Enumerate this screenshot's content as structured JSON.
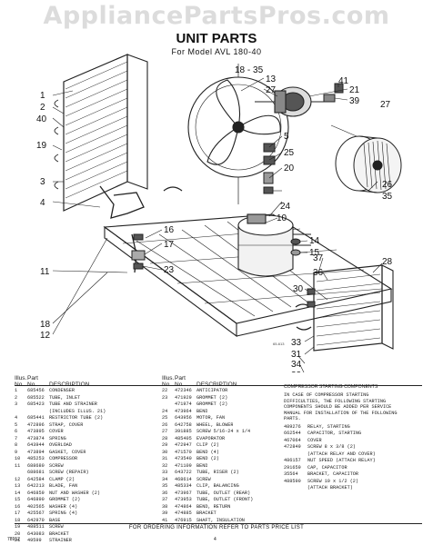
{
  "watermark": "AppliancePartsPros.com",
  "title": "UNIT PARTS",
  "subtitle": "For Model AVL 180-40",
  "callouts": [
    {
      "id": "c1",
      "text": "1"
    },
    {
      "id": "c2",
      "text": "2"
    },
    {
      "id": "c40",
      "text": "40"
    },
    {
      "id": "c19",
      "text": "19"
    },
    {
      "id": "c3",
      "text": "3"
    },
    {
      "id": "c4",
      "text": "4"
    },
    {
      "id": "c16",
      "text": "16"
    },
    {
      "id": "c17",
      "text": "17"
    },
    {
      "id": "c23",
      "text": "23"
    },
    {
      "id": "c11",
      "text": "11"
    },
    {
      "id": "c18",
      "text": "18"
    },
    {
      "id": "c12",
      "text": "12"
    },
    {
      "id": "c1835",
      "text": "18 - 35"
    },
    {
      "id": "c13",
      "text": "13"
    },
    {
      "id": "c27a",
      "text": "27"
    },
    {
      "id": "c41",
      "text": "41"
    },
    {
      "id": "c21",
      "text": "21"
    },
    {
      "id": "c39",
      "text": "39"
    },
    {
      "id": "c5",
      "text": "5"
    },
    {
      "id": "c27b",
      "text": "27"
    },
    {
      "id": "c25",
      "text": "25"
    },
    {
      "id": "c20",
      "text": "20"
    },
    {
      "id": "c26",
      "text": "26"
    },
    {
      "id": "c35",
      "text": "35"
    },
    {
      "id": "c10",
      "text": "10"
    },
    {
      "id": "c14",
      "text": "14"
    },
    {
      "id": "c15",
      "text": "15"
    },
    {
      "id": "c37",
      "text": "37"
    },
    {
      "id": "c36",
      "text": "36"
    },
    {
      "id": "c28",
      "text": "28"
    },
    {
      "id": "c30",
      "text": "30"
    },
    {
      "id": "c33",
      "text": "33"
    },
    {
      "id": "c31",
      "text": "31"
    },
    {
      "id": "c34",
      "text": "34"
    },
    {
      "id": "c32",
      "text": "32"
    },
    {
      "id": "c24",
      "text": "24"
    }
  ],
  "table_headers": {
    "illus": "Illus.",
    "no": "No.",
    "part": "Part",
    "description": "DESCRIPTION"
  },
  "parts_col1": [
    {
      "no": "1",
      "pn": "685456",
      "desc": "CONDENSER"
    },
    {
      "no": "2",
      "pn": "685522",
      "desc": "TUBE, INLET"
    },
    {
      "no": "3",
      "pn": "685423",
      "desc": "TUBE AND STRAINER"
    },
    {
      "no": "",
      "pn": "",
      "desc": "(INCLUDES ILLUS. 21)"
    },
    {
      "no": "4",
      "pn": "685441",
      "desc": "RESTRICTOR TUBE (2)"
    },
    {
      "no": "5",
      "pn": "472896",
      "desc": "STRAP, COVER"
    },
    {
      "no": "6",
      "pn": "473895",
      "desc": "COVER"
    },
    {
      "no": "7",
      "pn": "473874",
      "desc": "SPRING"
    },
    {
      "no": "8",
      "pn": "643944",
      "desc": "OVERLOAD"
    },
    {
      "no": "9",
      "pn": "473894",
      "desc": "GASKET, COVER"
    },
    {
      "no": "10",
      "pn": "485253",
      "desc": "COMPRESSOR"
    },
    {
      "no": "11",
      "pn": "688680",
      "desc": "SCREW"
    },
    {
      "no": "",
      "pn": "688681",
      "desc": "SCREW (REPAIR)"
    },
    {
      "no": "12",
      "pn": "642584",
      "desc": "CLAMP (2)"
    },
    {
      "no": "13",
      "pn": "642213",
      "desc": "BLADE, FAN"
    },
    {
      "no": "14",
      "pn": "646859",
      "desc": "NUT AND WASHER (2)"
    },
    {
      "no": "15",
      "pn": "646890",
      "desc": "GROMMET (2)"
    },
    {
      "no": "16",
      "pn": "402565",
      "desc": "WASHER (4)"
    },
    {
      "no": "17",
      "pn": "425567",
      "desc": "SPRING (4)"
    },
    {
      "no": "18",
      "pn": "642970",
      "desc": "BASE"
    },
    {
      "no": "19",
      "pn": "488511",
      "desc": "SCREW"
    },
    {
      "no": "20",
      "pn": "643083",
      "desc": "BRACKET"
    },
    {
      "no": "21",
      "pn": "49599",
      "desc": "STRAINER"
    }
  ],
  "parts_col2": [
    {
      "no": "22",
      "pn": "472346",
      "desc": "ANTICIPATOR"
    },
    {
      "no": "23",
      "pn": "471929",
      "desc": "GROMMET (2)"
    },
    {
      "no": "",
      "pn": "471974",
      "desc": "GROMMET (2)"
    },
    {
      "no": "24",
      "pn": "473964",
      "desc": "BEND"
    },
    {
      "no": "25",
      "pn": "643956",
      "desc": "MOTOR, FAN"
    },
    {
      "no": "26",
      "pn": "642758",
      "desc": "WHEEL, BLOWER"
    },
    {
      "no": "27",
      "pn": "391885",
      "desc": "SCREW 5/16-24 x 1/4"
    },
    {
      "no": "28",
      "pn": "485405",
      "desc": "EVAPORATOR"
    },
    {
      "no": "29",
      "pn": "472947",
      "desc": "CLIP (2)"
    },
    {
      "no": "30",
      "pn": "471570",
      "desc": "BEND (4)"
    },
    {
      "no": "31",
      "pn": "473540",
      "desc": "BEND (2)"
    },
    {
      "no": "32",
      "pn": "471109",
      "desc": "BEND"
    },
    {
      "no": "33",
      "pn": "643722",
      "desc": "TUBE, RISER (2)"
    },
    {
      "no": "34",
      "pn": "468614",
      "desc": "SCREW"
    },
    {
      "no": "35",
      "pn": "485334",
      "desc": "CLIP, BALANCING"
    },
    {
      "no": "36",
      "pn": "473967",
      "desc": "TUBE, OUTLET (REAR)"
    },
    {
      "no": "37",
      "pn": "473953",
      "desc": "TUBE, OUTLET (FRONT)"
    },
    {
      "no": "38",
      "pn": "474864",
      "desc": "BEND, RETURN"
    },
    {
      "no": "39",
      "pn": "474885",
      "desc": "BRACKET"
    },
    {
      "no": "41",
      "pn": "476915",
      "desc": "SHAFT, INSULATION"
    }
  ],
  "comp_start": {
    "title": "COMPRESSOR STARTING COMPONENTS",
    "text": "IN CASE OF COMPRESSOR STARTING DIFFICULTIES, THE FOLLOWING STARTING COMPONENTS SHOULD BE ADDED PER SERVICE MANUAL FOR INSTALLATION OF THE FOLLOWING PARTS.",
    "rows": [
      {
        "pn": "489276",
        "desc": "RELAY, STARTING"
      },
      {
        "pn": "662544",
        "desc": "CAPACITOR, STARTING"
      },
      {
        "pn": "467064",
        "desc": "COVER"
      },
      {
        "pn": "472849",
        "desc": "SCREW 8 x 3/8 (2)"
      },
      {
        "pn": "",
        "desc": "(ATTACH RELAY AND COVER)"
      },
      {
        "pn": "486157",
        "desc": "NUT SPEED (ATTACH RELAY)"
      },
      {
        "pn": "291659",
        "desc": "CAP, CAPACITOR"
      },
      {
        "pn": "35564",
        "desc": "BRACKET, CAPACITOR"
      },
      {
        "pn": "488590",
        "desc": "SCREW 10 x 1/2 (2)"
      },
      {
        "pn": "",
        "desc": "(ATTACH BRACKET)"
      }
    ]
  },
  "side_text": "65-613",
  "footer": "FOR ORDERING INFORMATION REFER TO PARTS PRICE LIST",
  "corner_code": "78912",
  "page_number": "4"
}
